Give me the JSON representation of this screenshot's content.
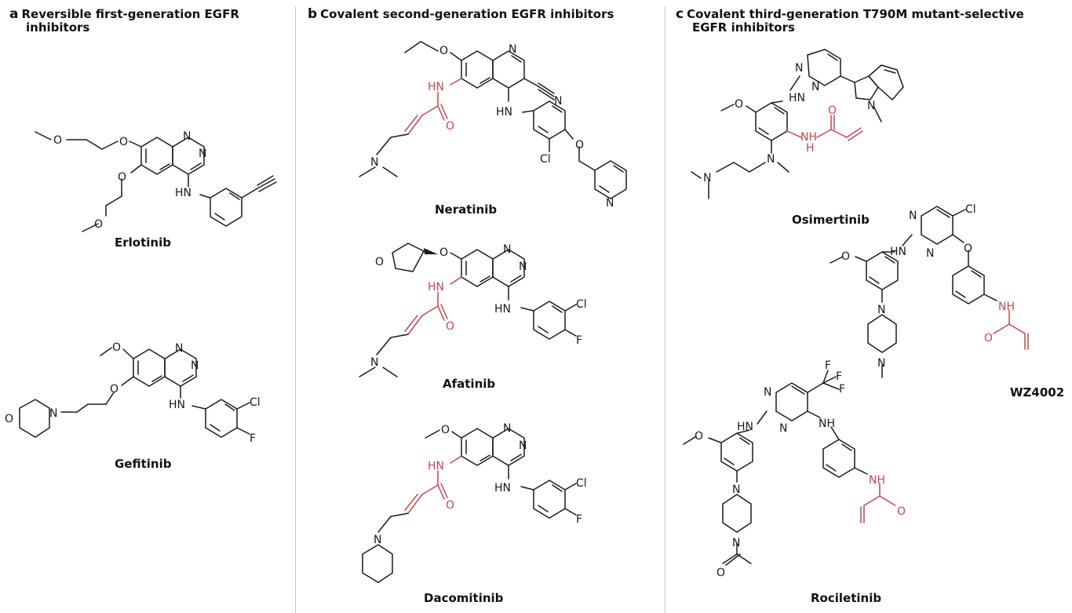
{
  "panels": [
    {
      "letter": "a",
      "title_line1": "Reversible first-generation EGFR",
      "title_line2": "inhibitors"
    },
    {
      "letter": "b",
      "title_line1": "Covalent second-generation EGFR inhibitors",
      "title_line2": ""
    },
    {
      "letter": "c",
      "title_line1": "Covalent third-generation T790M mutant-selective",
      "title_line2": "EGFR inhibitors"
    }
  ],
  "drugs": {
    "erlotinib": "Erlotinib",
    "gefitinib": "Gefitinib",
    "neratinib": "Neratinib",
    "afatinib": "Afatinib",
    "dacomitinib": "Dacomitinib",
    "osimertinib": "Osimertinib",
    "wz4002": "WZ4002",
    "rociletinib": "Rociletinib"
  },
  "atoms": {
    "O": "O",
    "N": "N",
    "HN": "HN",
    "NH": "NH",
    "H": "H",
    "Cl": "Cl",
    "F": "F"
  },
  "colors": {
    "covalent_warhead": "#c6474f",
    "structure": "#1a1a1a",
    "divider": "#c8c8c8"
  }
}
